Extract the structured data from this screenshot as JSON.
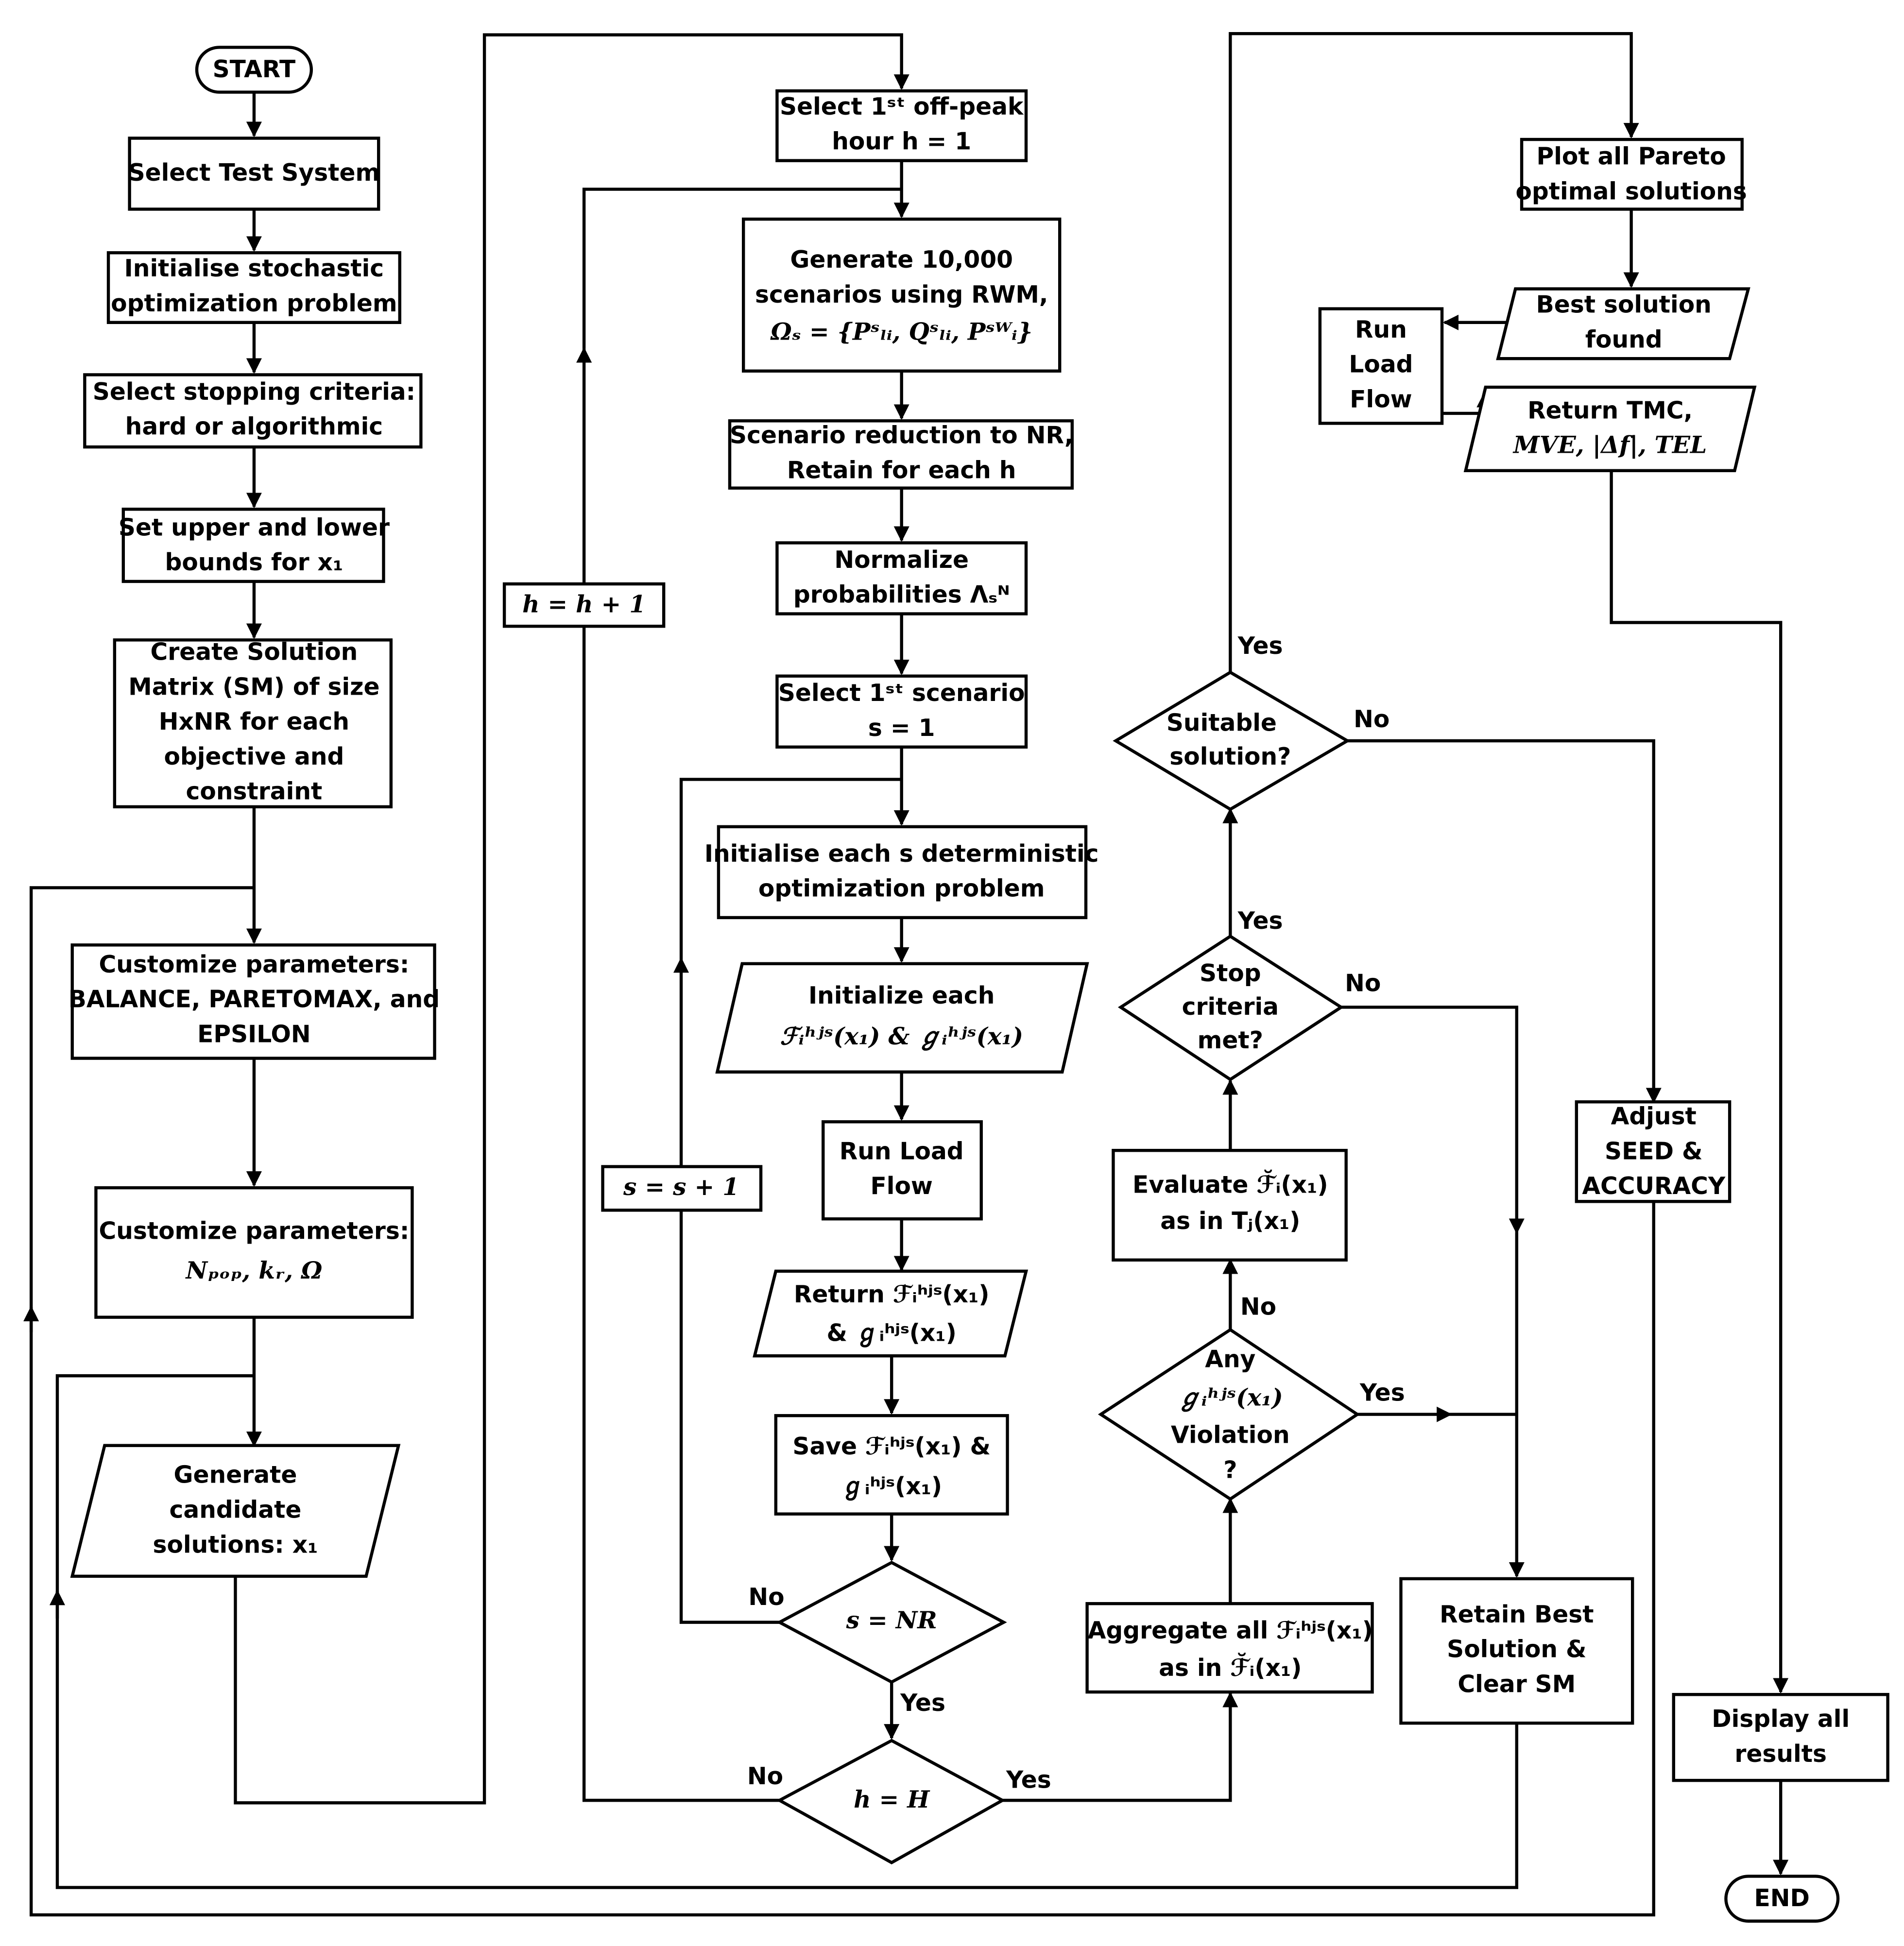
{
  "nodes": {
    "start": "START",
    "select_test_system": "Select Test System",
    "init_stochastic": [
      "Initialise stochastic",
      "optimization problem"
    ],
    "stopping_criteria": [
      "Select stopping criteria:",
      "hard or algorithmic"
    ],
    "set_bounds": [
      "Set upper and lower",
      "bounds for x₁"
    ],
    "create_sm": [
      "Create Solution",
      "Matrix (SM) of size",
      "HxNR for each",
      "objective and",
      "constraint"
    ],
    "customize_1": [
      "Customize parameters:",
      "BALANCE, PARETOMAX, and",
      "EPSILON"
    ],
    "customize_2": [
      "Customize parameters:",
      "Nₚₒₚ, kᵣ, Ω"
    ],
    "generate_candidates": [
      "Generate",
      "candidate",
      "solutions: x₁"
    ],
    "select_hour": [
      "Select 1ˢᵗ off-peak",
      "hour h = 1"
    ],
    "generate_scenarios": [
      "Generate 10,000",
      "scenarios using RWM,",
      "Ωₛ = {Pˢₗᵢ, Qˢₗᵢ, Pˢᵂᵢ}"
    ],
    "scenario_reduction": [
      "Scenario reduction to NR,",
      "Retain for each h"
    ],
    "normalize": [
      "Normalize",
      "probabilities Λₛᴺ"
    ],
    "select_scenario": [
      "Select 1ˢᵗ scenario",
      "s = 1"
    ],
    "init_deterministic": [
      "Initialise each s deterministic",
      "optimization problem"
    ],
    "initialize_each": [
      "Initialize each",
      "ℱᵢʰʲˢ(x₁) & ℊᵢʰʲˢ(x₁)"
    ],
    "run_load_flow_1": [
      "Run Load",
      "Flow"
    ],
    "return_f": [
      "Return ℱᵢʰʲˢ(x₁)",
      "& ℊᵢʰʲˢ(x₁)"
    ],
    "save_f": [
      "Save ℱᵢʰʲˢ(x₁) &",
      "ℊᵢʰʲˢ(x₁)"
    ],
    "s_eq_nr": "s = NR",
    "h_eq_H": "h = H",
    "h_increment": "h = h + 1",
    "s_increment": "s = s + 1",
    "aggregate": [
      "Aggregate all ℱᵢʰʲˢ(x₁)",
      "as in ℱ̆ᵢ(x₁)"
    ],
    "any_violation": [
      "Any",
      "ℊᵢʰʲˢ(x₁)",
      "Violation",
      "?"
    ],
    "evaluate": [
      "Evaluate ℱ̆ᵢ(x₁)",
      "as in Tⱼ(x₁)"
    ],
    "stop_criteria": [
      "Stop",
      "criteria",
      "met?"
    ],
    "suitable": [
      "Suitable",
      "solution?"
    ],
    "retain_best": [
      "Retain Best",
      "Solution &",
      "Clear SM"
    ],
    "adjust_seed": [
      "Adjust",
      "SEED &",
      "ACCURACY"
    ],
    "plot_pareto": [
      "Plot all Pareto",
      "optimal solutions"
    ],
    "best_solution": [
      "Best solution",
      "found"
    ],
    "run_load_flow_2": [
      "Run",
      "Load",
      "Flow"
    ],
    "return_tmc": [
      "Return TMC,",
      "MVE, |Δf|, TEL"
    ],
    "display_results": [
      "Display all",
      "results"
    ],
    "end": "END"
  },
  "edge_labels": {
    "yes": "Yes",
    "no": "No"
  }
}
